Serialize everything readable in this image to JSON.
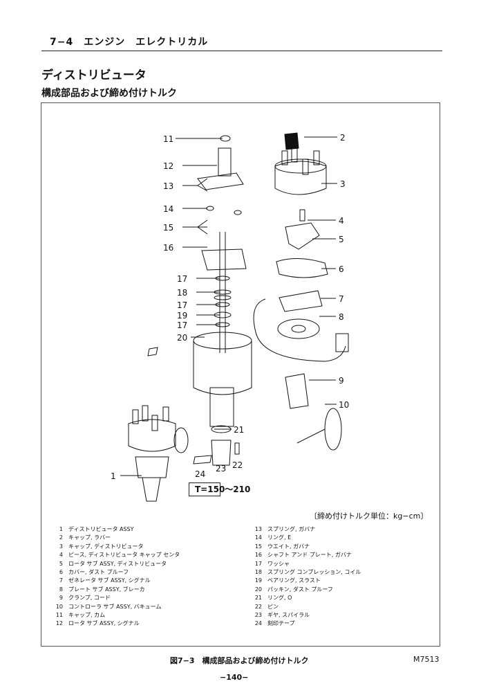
{
  "header": {
    "section": "7−4　エンジン　エレクトリカル",
    "title": "ディストリビュータ",
    "subtitle": "構成部品および締め付けトルク"
  },
  "callouts": [
    "1",
    "2",
    "3",
    "4",
    "5",
    "6",
    "7",
    "8",
    "9",
    "10",
    "11",
    "12",
    "13",
    "14",
    "15",
    "16",
    "17",
    "18",
    "17",
    "19",
    "17",
    "20",
    "21",
    "22",
    "23",
    "24"
  ],
  "torque": {
    "value": "T=150〜210",
    "unit_note": "〔締め付けトルク単位：kg−cm〕"
  },
  "parts_left": [
    {
      "num": "1",
      "name": "ディストリビュータ ASSY"
    },
    {
      "num": "2",
      "name": "キャップ, ラバー"
    },
    {
      "num": "3",
      "name": "キャップ, ディストリビュータ"
    },
    {
      "num": "4",
      "name": "ピース, ディストリビュータ キャップ センタ"
    },
    {
      "num": "5",
      "name": "ロータ サブ ASSY, ディストリビュータ"
    },
    {
      "num": "6",
      "name": "カバー, ダスト プルーフ"
    },
    {
      "num": "7",
      "name": "ゼネレータ サブ ASSY, シグナル"
    },
    {
      "num": "8",
      "name": "プレート サブ ASSY, ブレーカ"
    },
    {
      "num": "9",
      "name": "クランプ, コード"
    },
    {
      "num": "10",
      "name": "コントローラ サブ ASSY, バキューム"
    },
    {
      "num": "11",
      "name": "キャップ, カム"
    },
    {
      "num": "12",
      "name": "ロータ サブ ASSY, シグナル"
    }
  ],
  "parts_right": [
    {
      "num": "13",
      "name": "スプリング, ガバナ"
    },
    {
      "num": "14",
      "name": "リング, E"
    },
    {
      "num": "15",
      "name": "ウエイト, ガバナ"
    },
    {
      "num": "16",
      "name": "シャフト アンド プレート, ガバナ"
    },
    {
      "num": "17",
      "name": "ワッシャ"
    },
    {
      "num": "18",
      "name": "スプリング コンプレッション, コイル"
    },
    {
      "num": "19",
      "name": "ベアリング, スラスト"
    },
    {
      "num": "20",
      "name": "パッキン, ダスト プルーフ"
    },
    {
      "num": "21",
      "name": "リング, O"
    },
    {
      "num": "22",
      "name": "ピン"
    },
    {
      "num": "23",
      "name": "ギヤ, スパイラル"
    },
    {
      "num": "24",
      "name": "刻印テープ"
    }
  ],
  "figure": {
    "caption": "図7−3　構成部品および締め付けトルク",
    "code": "M7513"
  },
  "page_number": "−140−"
}
